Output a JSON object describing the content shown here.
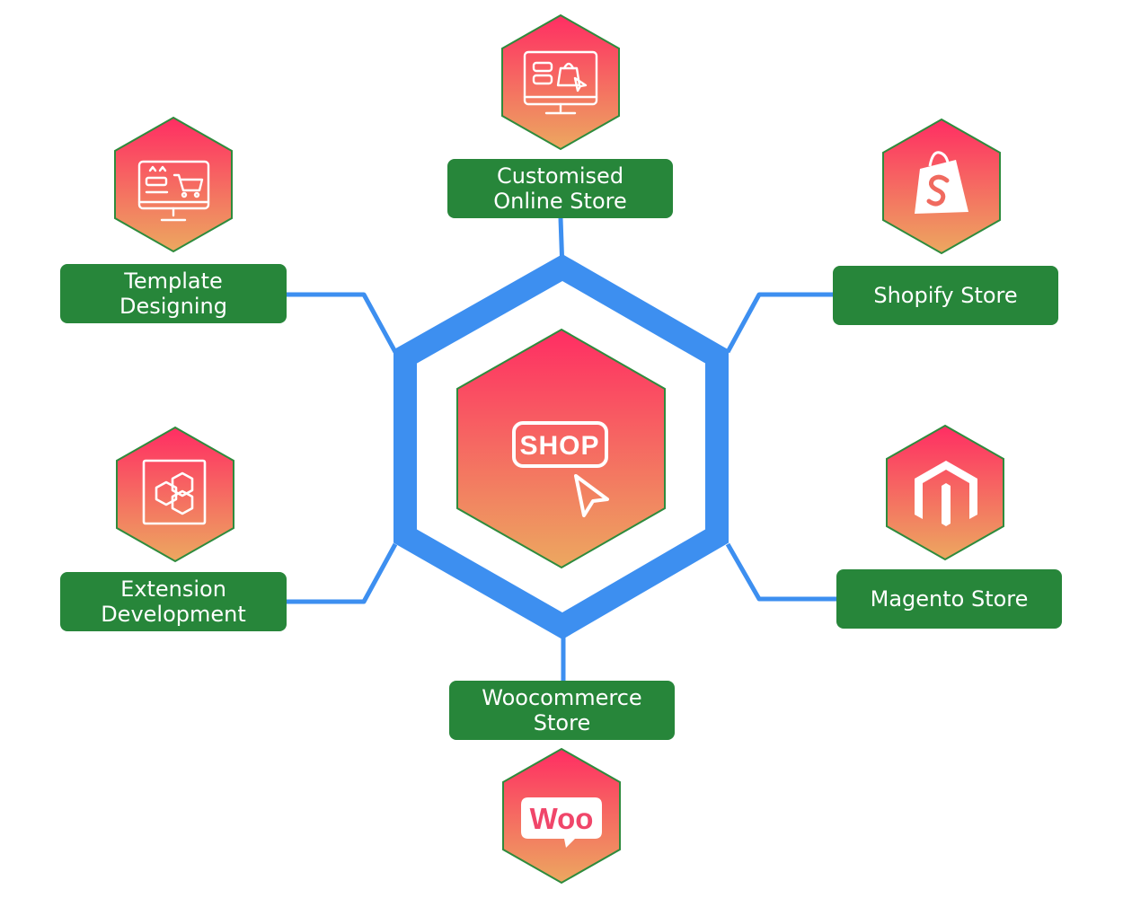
{
  "colors": {
    "label_bg": "#27863a",
    "label_text": "#ffffff",
    "connector": "#3d8ff0",
    "hex_gradient_top": "#ff2d63",
    "hex_gradient_bottom": "#eca860",
    "hex_border": "#2e8b3d",
    "icon_stroke": "#ffffff"
  },
  "center": {
    "label": "SHOP",
    "icon": "shop-cursor-icon"
  },
  "nodes": [
    {
      "id": "customised",
      "lines": [
        "Customised",
        "Online Store"
      ],
      "icon": "monitor-shopping-bag-icon"
    },
    {
      "id": "template",
      "lines": [
        "Template",
        "Designing"
      ],
      "icon": "monitor-cart-icon"
    },
    {
      "id": "shopify",
      "lines": [
        "Shopify Store"
      ],
      "icon": "shopify-logo-icon"
    },
    {
      "id": "extension",
      "lines": [
        "Extension",
        "Development"
      ],
      "icon": "extension-hexagons-icon"
    },
    {
      "id": "magento",
      "lines": [
        "Magento Store"
      ],
      "icon": "magento-logo-icon"
    },
    {
      "id": "woo",
      "lines": [
        "Woocommerce",
        "Store"
      ],
      "icon": "woocommerce-logo-icon",
      "logo_text": "Woo"
    }
  ]
}
